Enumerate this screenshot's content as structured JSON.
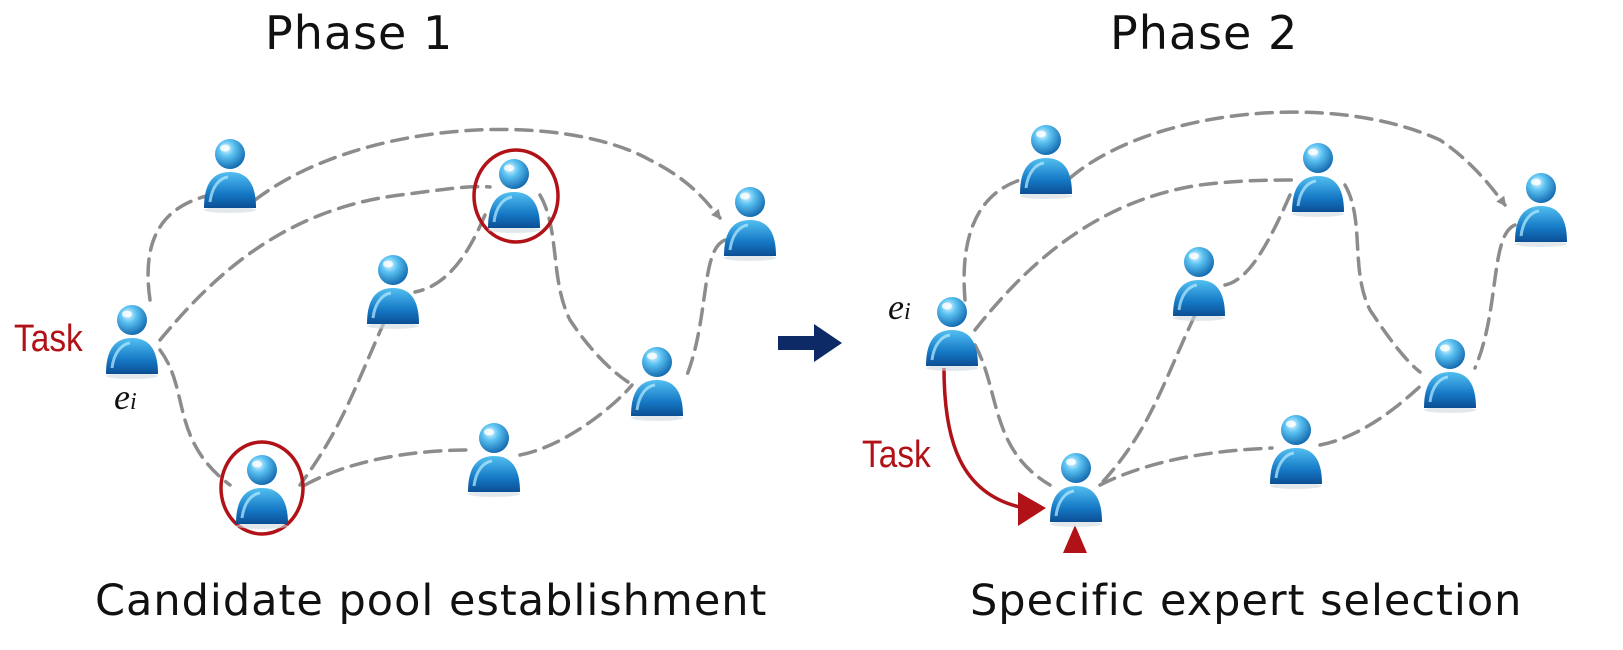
{
  "phase1": {
    "title": "Phase 1",
    "caption": "Candidate pool establishment",
    "task_label": "Task",
    "expert_label": "e",
    "expert_subscript": "i"
  },
  "phase2": {
    "title": "Phase 2",
    "caption": "Specific expert selection",
    "task_label": "Task",
    "expert_label": "e",
    "expert_subscript": "i"
  },
  "colors": {
    "edge": "#8c8c8c",
    "highlight": "#b01217",
    "transition_arrow": "#0d2a66",
    "person_body": "#1a8fd6"
  },
  "icons": {
    "person": "person-icon",
    "transition": "right-arrow-icon"
  }
}
